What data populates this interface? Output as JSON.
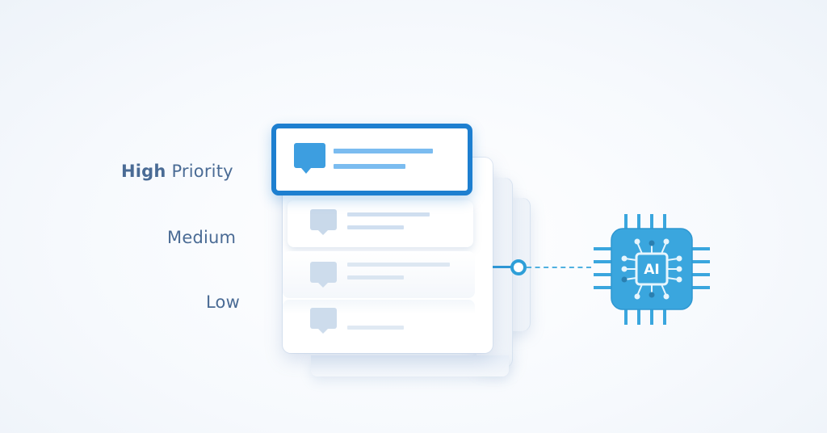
{
  "labels": {
    "high": {
      "bold": "High",
      "rest": " Priority"
    },
    "medium": "Medium",
    "low": "Low"
  },
  "chip": {
    "text": "AI"
  },
  "colors": {
    "accent": "#1d7fd0",
    "bubble_active": "#3d9ee0",
    "bar_active": "#7bbcf0",
    "bubble_muted": "#c9d9ea",
    "bar_muted": "#d5e2f0",
    "chip_body": "#3aa6de",
    "label_text": "#4a6b95"
  }
}
